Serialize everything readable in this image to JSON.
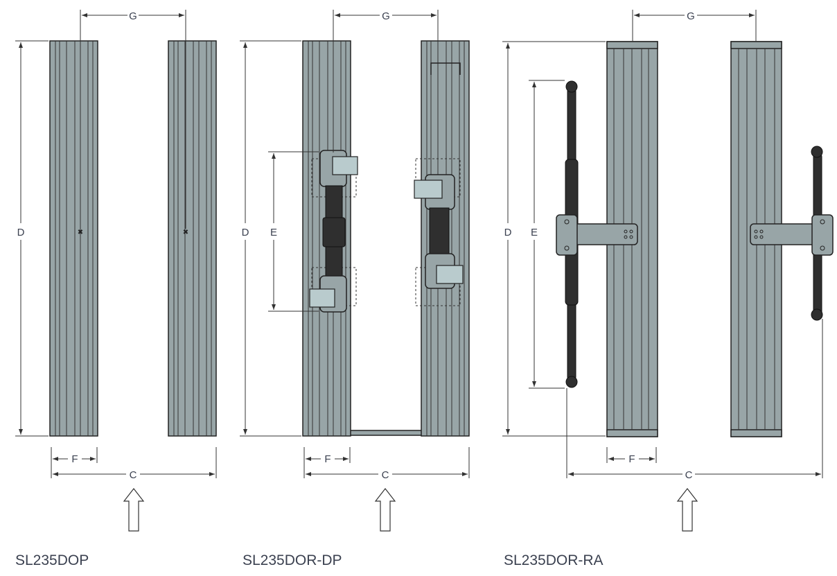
{
  "panels": [
    {
      "model": "SL235DOP",
      "dims": {
        "g": "G",
        "d": "D",
        "f": "F",
        "c": "C"
      }
    },
    {
      "model": "SL235DOR-DP",
      "dims": {
        "g": "G",
        "d": "D",
        "e": "E",
        "f": "F",
        "c": "C"
      }
    },
    {
      "model": "SL235DOR-RA",
      "dims": {
        "g": "G",
        "d": "D",
        "e": "E",
        "f": "F",
        "c": "C"
      }
    }
  ],
  "colors": {
    "column": "#98a5a7",
    "hardware": "#2f2f2f",
    "text": "#3b4150"
  }
}
